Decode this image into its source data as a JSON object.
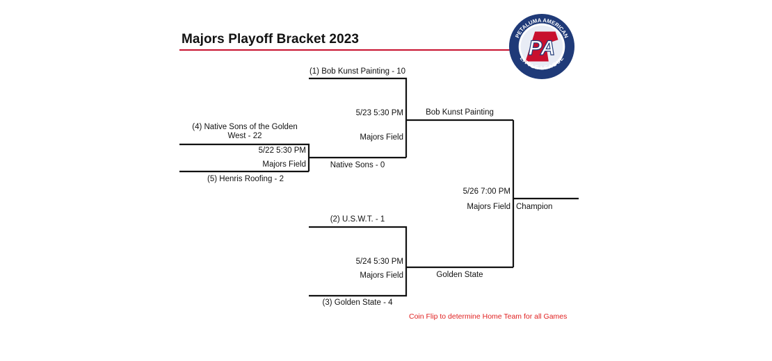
{
  "title": "Majors Playoff Bracket 2023",
  "colors": {
    "accent": "#c8102e",
    "logo_navy": "#1f3a78",
    "note": "#e02020"
  },
  "logo": {
    "icon": "league-logo-icon",
    "monogram": "PA",
    "top_text": "PETALUMA AMERICAN",
    "bottom_text": "LITTLE LEAGUE"
  },
  "round1": {
    "team_a": [
      "(4) Native Sons of the Golden",
      "West - 22"
    ],
    "team_b": "(5) Henris Roofing - 2",
    "time": "5/22 5:30 PM",
    "field": "Majors Field"
  },
  "semi1": {
    "team_a": "(1) Bob Kunst Painting - 10",
    "team_b": "Native Sons - 0",
    "time": "5/23 5:30 PM",
    "field": "Majors Field",
    "winner": "Bob Kunst Painting"
  },
  "semi2": {
    "team_a": "(2) U.S.W.T. - 1",
    "team_b": "(3) Golden State - 4",
    "time": "5/24 5:30 PM",
    "field": "Majors Field",
    "winner": "Golden State"
  },
  "final": {
    "time": "5/26 7:00 PM",
    "field": "Majors Field",
    "winner_label": "Champion"
  },
  "note": "Coin Flip to determine Home Team for all Games"
}
